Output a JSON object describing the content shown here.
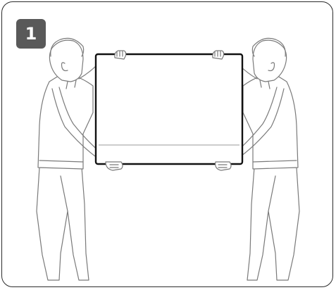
{
  "step": {
    "number": "1"
  },
  "icons": [
    "person-left",
    "person-right",
    "tv-panel",
    "hands"
  ]
}
